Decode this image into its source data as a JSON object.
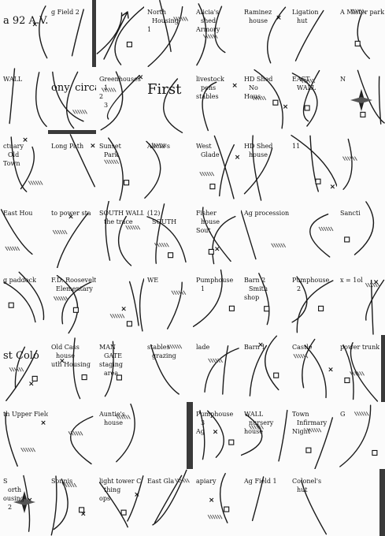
{
  "puzzle": {
    "rows": 8,
    "cols": 8,
    "tiles": [
      {
        "id": 0,
        "texts": [
          "a 92 A.V."
        ],
        "big": true,
        "gap": "none"
      },
      {
        "id": 1,
        "texts": [
          "g Field 2"
        ],
        "gap": "right"
      },
      {
        "id": 2,
        "texts": [],
        "gap": "none",
        "variant": "arrow"
      },
      {
        "id": 3,
        "texts": [
          "North",
          "Housing",
          "1"
        ],
        "gap": "none"
      },
      {
        "id": 4,
        "texts": [
          "Alicia's",
          "shed",
          "Armory"
        ],
        "gap": "none"
      },
      {
        "id": 5,
        "texts": [
          "Raminez",
          "house"
        ],
        "gap": "none"
      },
      {
        "id": 6,
        "texts": [
          "Ligation",
          "hut"
        ],
        "gap": "none"
      },
      {
        "id": 7,
        "texts": [
          "A Mister park"
        ],
        "gap": "none"
      },
      {
        "id": 8,
        "texts": [
          "WALL"
        ],
        "gap": "none"
      },
      {
        "id": 9,
        "texts": [
          "ony, circa"
        ],
        "big": true,
        "gap": "bottom"
      },
      {
        "id": 10,
        "texts": [
          "Greenhouses",
          "1",
          "2",
          "3"
        ],
        "gap": "none"
      },
      {
        "id": 11,
        "texts": [
          "First"
        ],
        "huge": true,
        "gap": "none"
      },
      {
        "id": 12,
        "texts": [
          "livestock",
          "pens",
          "stables"
        ],
        "gap": "none"
      },
      {
        "id": 13,
        "texts": [
          "HD Shed",
          "No",
          "Hous"
        ],
        "gap": "none"
      },
      {
        "id": 14,
        "texts": [
          "EAST",
          "WALL"
        ],
        "gap": "none"
      },
      {
        "id": 15,
        "texts": [
          "N"
        ],
        "gap": "none",
        "variant": "compass"
      },
      {
        "id": 16,
        "texts": [
          "ctuary",
          "Old",
          "Town"
        ],
        "gap": "none"
      },
      {
        "id": 17,
        "texts": [
          "Long Path"
        ],
        "gap": "none"
      },
      {
        "id": 18,
        "texts": [
          "Sunset",
          "Park"
        ],
        "gap": "none"
      },
      {
        "id": 19,
        "texts": [
          "Alicia's"
        ],
        "gap": "none"
      },
      {
        "id": 20,
        "texts": [
          "West",
          "Glade"
        ],
        "gap": "none"
      },
      {
        "id": 21,
        "texts": [
          "HD Shed",
          "house"
        ],
        "gap": "none"
      },
      {
        "id": 22,
        "texts": [
          "11"
        ],
        "gap": "none"
      },
      {
        "id": 23,
        "texts": [],
        "gap": "none",
        "variant": "curve"
      },
      {
        "id": 24,
        "texts": [
          "East Hou"
        ],
        "gap": "none"
      },
      {
        "id": 25,
        "texts": [
          "to power sta"
        ],
        "gap": "none"
      },
      {
        "id": 26,
        "texts": [
          "SOUTH WALL",
          "the trace"
        ],
        "gap": "none"
      },
      {
        "id": 27,
        "texts": [
          "(12)",
          "SOUTH"
        ],
        "gap": "none"
      },
      {
        "id": 28,
        "texts": [
          "Fisher",
          "house",
          "Sout"
        ],
        "gap": "none"
      },
      {
        "id": 29,
        "texts": [
          "Ag procession"
        ],
        "gap": "none"
      },
      {
        "id": 30,
        "texts": [],
        "gap": "none",
        "variant": "curve"
      },
      {
        "id": 31,
        "texts": [
          "Sancti"
        ],
        "gap": "none"
      },
      {
        "id": 32,
        "texts": [
          "g paddock"
        ],
        "gap": "none"
      },
      {
        "id": 33,
        "texts": [
          "F.D. Roosevelt",
          "Elementary"
        ],
        "gap": "none"
      },
      {
        "id": 34,
        "texts": [],
        "gap": "none",
        "variant": "bend"
      },
      {
        "id": 35,
        "texts": [
          "WE"
        ],
        "gap": "none"
      },
      {
        "id": 36,
        "texts": [
          "Pumphouse",
          "1"
        ],
        "gap": "none"
      },
      {
        "id": 37,
        "texts": [
          "Barn 2",
          "Smith",
          "shop"
        ],
        "gap": "none"
      },
      {
        "id": 38,
        "texts": [
          "Pumphouse",
          "2"
        ],
        "gap": "none"
      },
      {
        "id": 39,
        "texts": [
          "x = 1ol"
        ],
        "gap": "none"
      },
      {
        "id": 40,
        "texts": [
          "st Colo"
        ],
        "big": true,
        "gap": "none"
      },
      {
        "id": 41,
        "texts": [
          "Old Cass",
          "house",
          "uth Housing"
        ],
        "gap": "none"
      },
      {
        "id": 42,
        "texts": [
          "MAN",
          "GATE",
          "staging",
          "area"
        ],
        "gap": "none"
      },
      {
        "id": 43,
        "texts": [
          "stables",
          "grazing"
        ],
        "gap": "none"
      },
      {
        "id": 44,
        "texts": [
          "lade"
        ],
        "gap": "none"
      },
      {
        "id": 45,
        "texts": [
          "Barn 1"
        ],
        "gap": "none"
      },
      {
        "id": 46,
        "texts": [
          "Castle"
        ],
        "gap": "none"
      },
      {
        "id": 47,
        "texts": [
          "power trunk"
        ],
        "gap": "right"
      },
      {
        "id": 48,
        "texts": [
          "th Upper Field"
        ],
        "gap": "none"
      },
      {
        "id": 49,
        "texts": [],
        "gap": "none",
        "variant": "road"
      },
      {
        "id": 50,
        "texts": [
          "Auntie's",
          "house"
        ],
        "gap": "none"
      },
      {
        "id": 51,
        "texts": [],
        "gap": "none",
        "variant": "blank"
      },
      {
        "id": 52,
        "texts": [
          "Pumphouse",
          "3",
          "Ag"
        ],
        "gap": "none"
      },
      {
        "id": 53,
        "texts": [
          "WALL",
          "nursery",
          "house"
        ],
        "gap": "none"
      },
      {
        "id": 54,
        "texts": [
          "Town",
          "Infirmary",
          "Night"
        ],
        "gap": "none"
      },
      {
        "id": 55,
        "texts": [
          "G"
        ],
        "gap": "none"
      },
      {
        "id": 56,
        "texts": [
          "S",
          "orth",
          "ousing",
          "2"
        ],
        "gap": "none",
        "variant": "compass"
      },
      {
        "id": 57,
        "texts": [
          "Sonnis"
        ],
        "gap": "none"
      },
      {
        "id": 58,
        "texts": [
          "light tower C",
          "thing",
          "ops"
        ],
        "gap": "none"
      },
      {
        "id": 59,
        "texts": [
          "East Gla"
        ],
        "gap": "none"
      },
      {
        "id": 60,
        "texts": [
          "apiary"
        ],
        "gap": "none"
      },
      {
        "id": 61,
        "texts": [
          "Ag Field 1"
        ],
        "gap": "none"
      },
      {
        "id": 62,
        "texts": [
          "Colonel's",
          "hut"
        ],
        "gap": "none"
      },
      {
        "id": 63,
        "texts": [],
        "gap": "none",
        "variant": "blank"
      }
    ]
  }
}
